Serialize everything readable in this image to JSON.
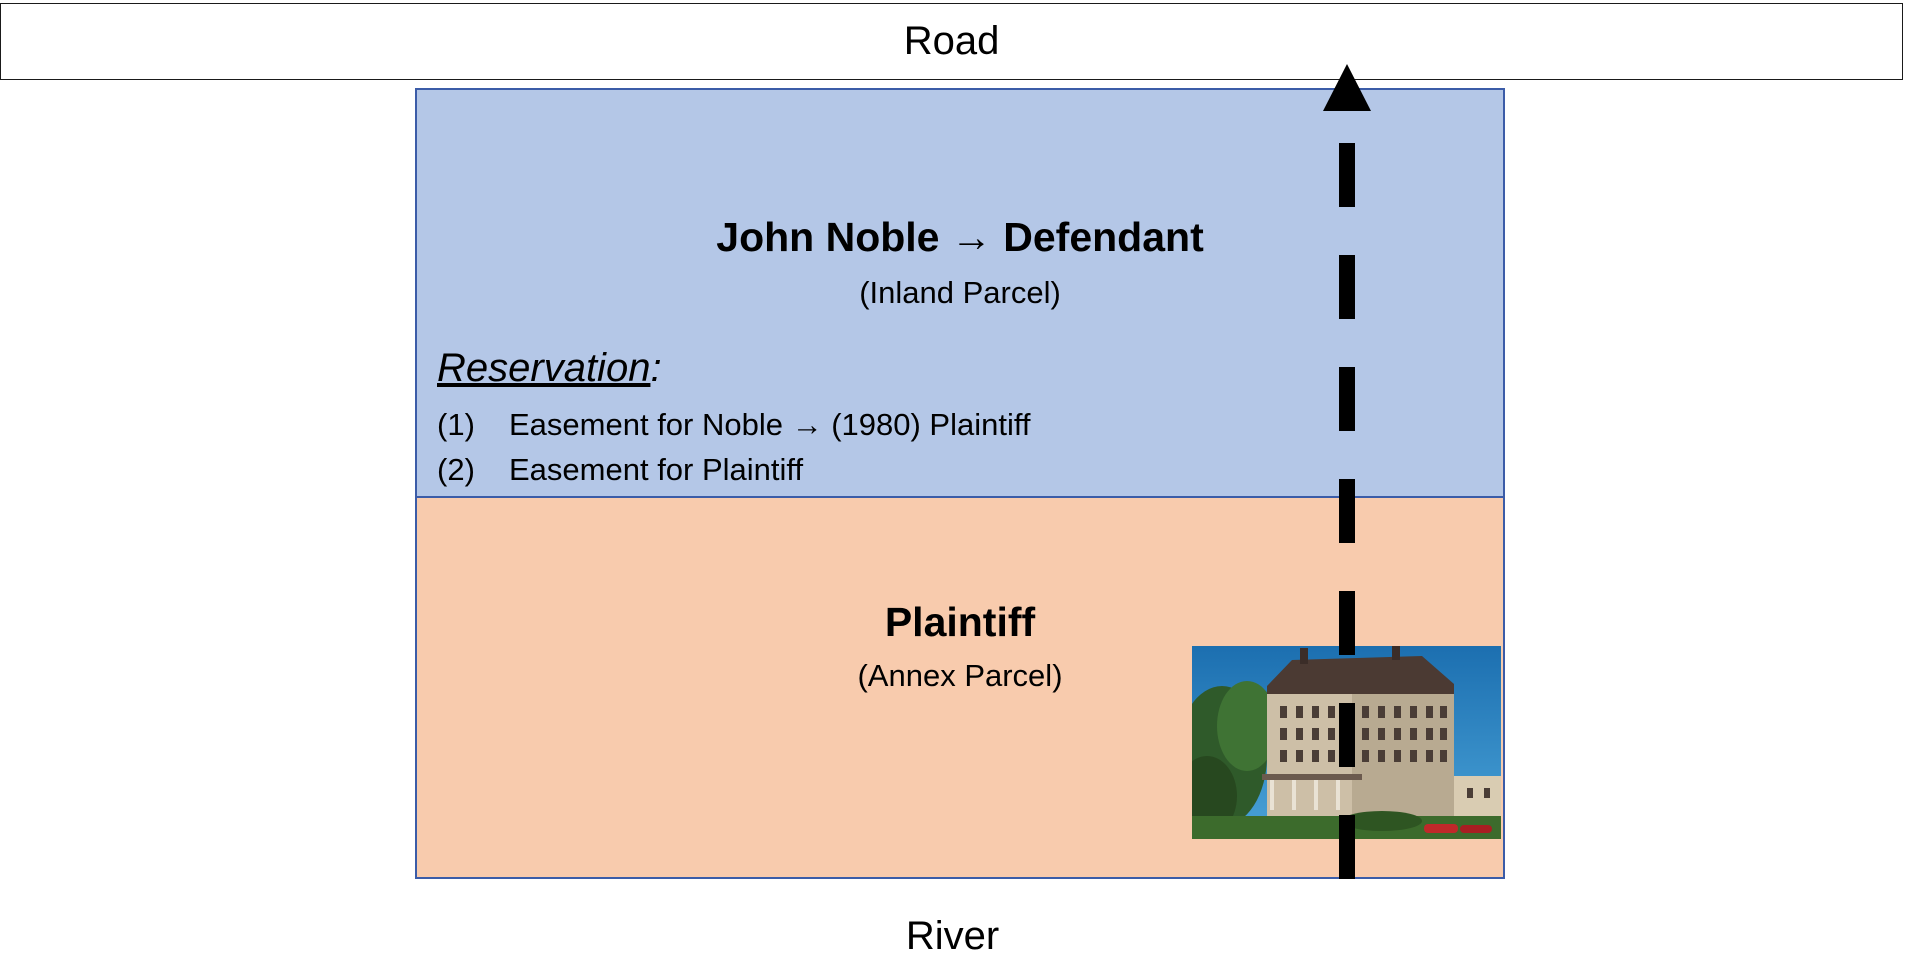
{
  "road": {
    "label": "Road"
  },
  "inland_parcel": {
    "title": "John Noble → Defendant",
    "subtitle": "(Inland Parcel)",
    "fill_color": "#b4c7e7",
    "reservation": {
      "heading": "Reservation",
      "heading_suffix": ":",
      "items": [
        {
          "num": "(1)",
          "text": "Easement for Noble → (1980) Plaintiff"
        },
        {
          "num": "(2)",
          "text": "Easement for Plaintiff"
        }
      ]
    }
  },
  "annex_parcel": {
    "title": "Plaintiff",
    "subtitle": "(Annex Parcel)",
    "fill_color": "#f8cbad"
  },
  "river": {
    "label": "River"
  },
  "border_color": "#3b5ca8",
  "easement_arrow_color": "#000000"
}
